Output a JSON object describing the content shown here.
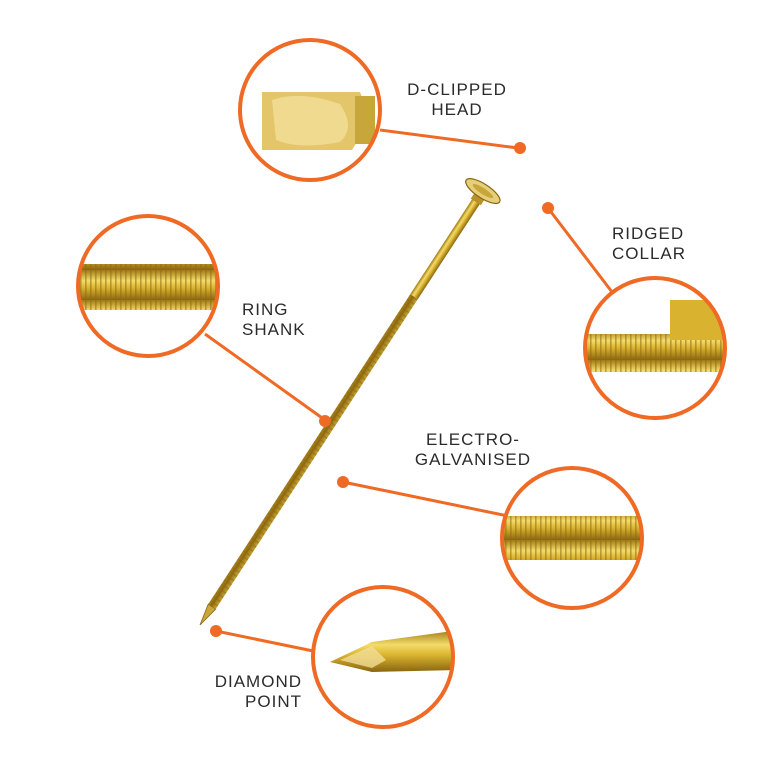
{
  "accent_color": "#ee6a25",
  "nail_color": "#d4b02c",
  "features": [
    {
      "key": "head",
      "line1": "D-CLIPPED",
      "line2": "HEAD"
    },
    {
      "key": "collar",
      "line1": "RIDGED",
      "line2": "COLLAR"
    },
    {
      "key": "shank",
      "line1": "RING",
      "line2": "SHANK"
    },
    {
      "key": "galv",
      "line1": "ELECTRO-",
      "line2": "GALVANISED"
    },
    {
      "key": "point",
      "line1": "DIAMOND",
      "line2": "POINT"
    }
  ]
}
